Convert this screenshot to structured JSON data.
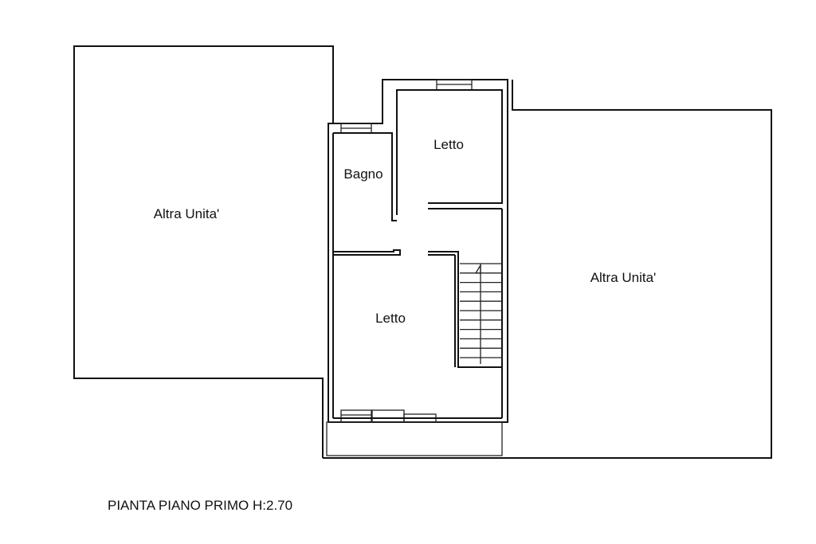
{
  "rooms": {
    "left_unit": "Altra Unita'",
    "right_unit": "Altra Unita'",
    "bedroom_top": "Letto",
    "bedroom_bottom": "Letto",
    "bathroom": "Bagno"
  },
  "title": "PIANTA PIANO PRIMO H:2.70"
}
